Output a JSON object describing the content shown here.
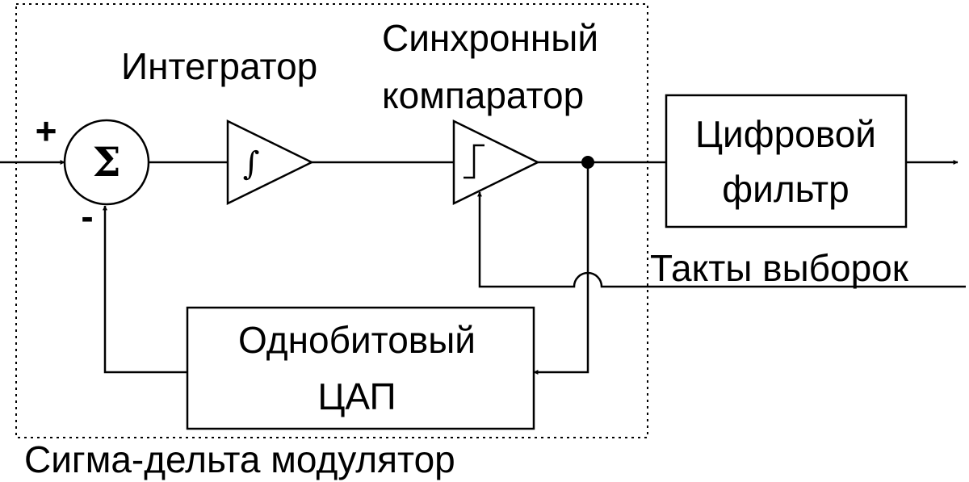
{
  "labels": {
    "integrator": "Интегратор",
    "comparator_line1": "Синхронный",
    "comparator_line2": "компаратор",
    "filter_line1": "Цифровой",
    "filter_line2": "фильтр",
    "clock": "Такты выборок",
    "dac_line1": "Однобитовый",
    "dac_line2": "ЦАП",
    "modulator": "Сигма-дельта модулятор",
    "plus": "+",
    "minus": "-",
    "sigma": "Σ",
    "integral": "∫"
  },
  "colors": {
    "stroke": "#000000",
    "background": "#ffffff"
  }
}
